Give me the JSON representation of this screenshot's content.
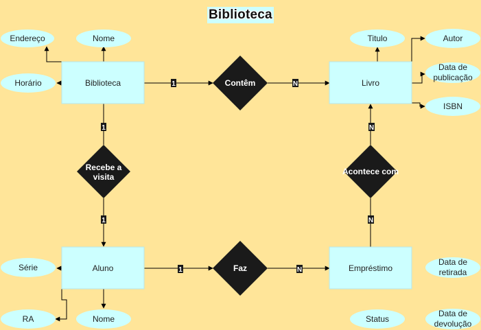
{
  "title": "Biblioteca",
  "colors": {
    "background": "#FFE599",
    "entity_fill": "#CCFFFF",
    "relationship_fill": "#1A1A1A",
    "line": "#000000"
  },
  "entities": {
    "biblioteca": "Biblioteca",
    "livro": "Livro",
    "aluno": "Aluno",
    "emprestimo": "Empréstimo"
  },
  "relationships": {
    "contem": "Contêm",
    "recebe": [
      "Recebe a",
      "visita"
    ],
    "faz": "Faz",
    "acontece": "Acontece com"
  },
  "attributes": {
    "biblioteca_endereco": "Endereço",
    "biblioteca_nome": "Nome",
    "biblioteca_horario": "Horário",
    "livro_titulo": "Titulo",
    "livro_autor": "Autor",
    "livro_data_publicacao": [
      "Data de",
      "publicação"
    ],
    "livro_isbn": "ISBN",
    "aluno_serie": "Série",
    "aluno_ra": "RA",
    "aluno_nome": "Nome",
    "emprestimo_data_retirada": [
      "Data de",
      "retirada"
    ],
    "emprestimo_status": "Status",
    "emprestimo_data_devolucao": [
      "Data de",
      "devolução"
    ]
  },
  "cardinalities": {
    "biblioteca_contem": "1",
    "contem_livro": "N",
    "biblioteca_recebe": "1",
    "recebe_aluno": "1",
    "aluno_faz": "1",
    "faz_emprestimo": "N",
    "emprestimo_acontece": "N",
    "acontece_livro": "N"
  }
}
